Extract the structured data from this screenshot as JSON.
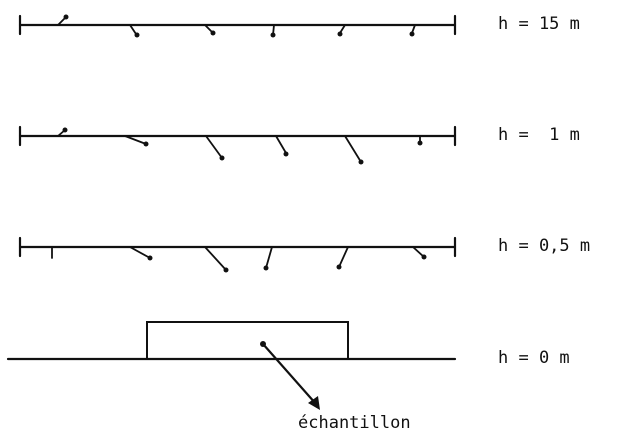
{
  "levels": [
    {
      "label": "h = 15 m"
    },
    {
      "label": "h =  1 m"
    },
    {
      "label": "h = 0,5 m"
    },
    {
      "label": "h = 0 m"
    }
  ],
  "sample_label": "échantillon",
  "colors": {
    "ink": "#111111",
    "background": "#ffffff"
  }
}
